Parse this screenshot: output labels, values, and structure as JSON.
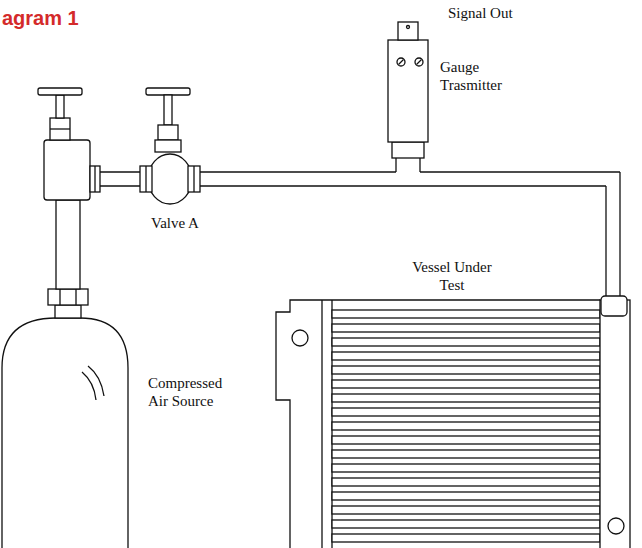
{
  "diagram": {
    "title": "agram 1",
    "labels": [
      "Signal Out",
      "Gauge Trasmitter",
      "Valve A",
      "Vessel Under Test",
      "Compressed Air Source"
    ]
  }
}
